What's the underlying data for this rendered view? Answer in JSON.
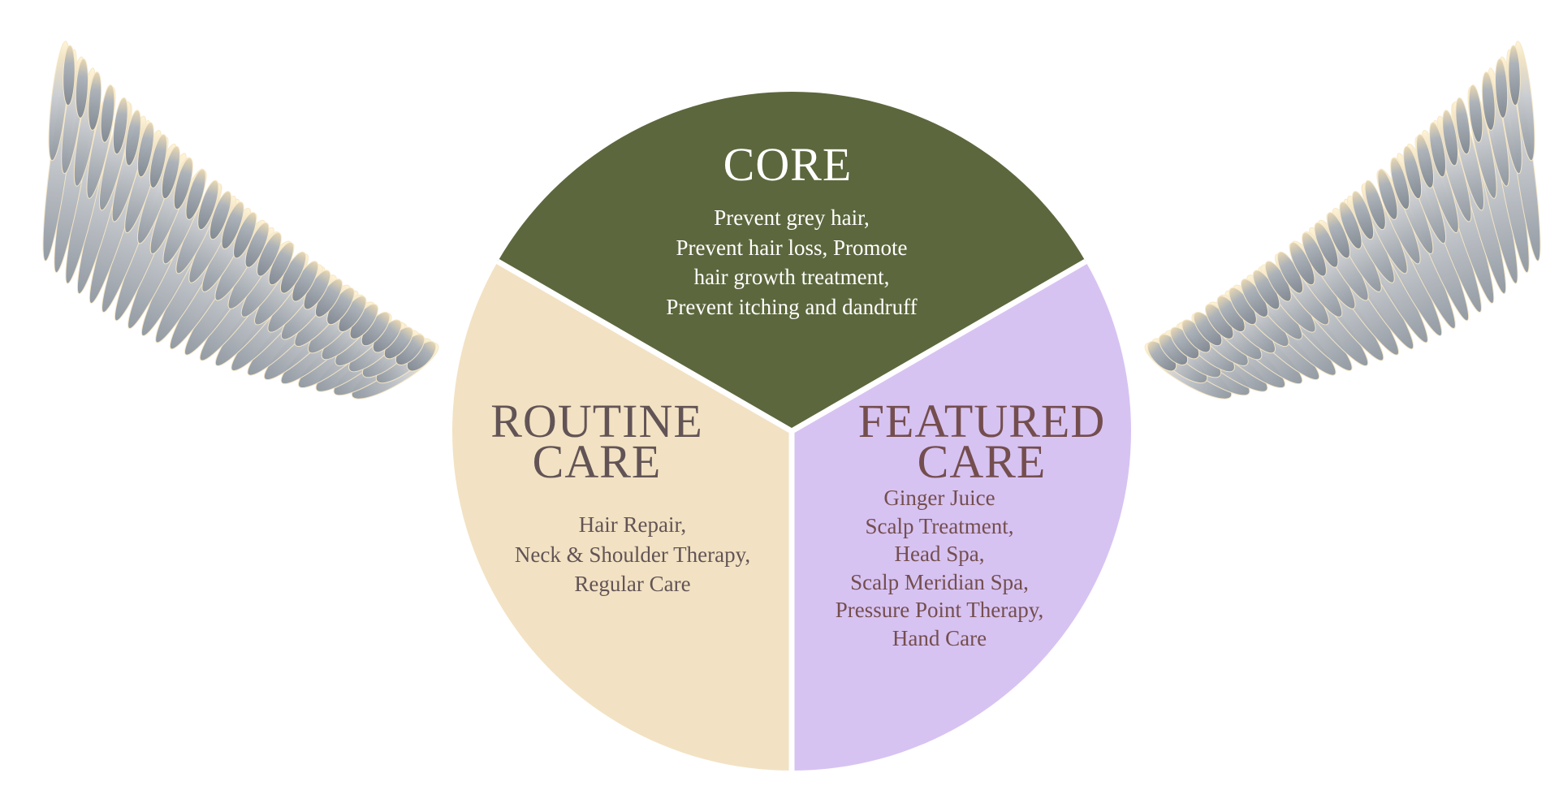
{
  "colors": {
    "core": "#5c673d",
    "routine": "#f2e2c3",
    "featured": "#d7c3f2",
    "routine_text": "#625456",
    "featured_text": "#744e4e",
    "divider": "#ffffff"
  },
  "icons": {
    "left_wing": "angel-wing-left-icon",
    "right_wing": "angel-wing-right-icon"
  },
  "segments": {
    "core": {
      "title": "CORE",
      "lines": [
        "Prevent grey hair,",
        "Prevent hair loss, Promote",
        "hair growth treatment,",
        "Prevent itching and dandruff"
      ]
    },
    "routine": {
      "title_lines": [
        "ROUTINE",
        "CARE"
      ],
      "lines": [
        "Hair Repair,",
        "Neck & Shoulder Therapy,",
        "Regular Care"
      ]
    },
    "featured": {
      "title_lines": [
        "FEATURED",
        "CARE"
      ],
      "lines": [
        "Ginger Juice",
        "Scalp Treatment,",
        "Head Spa,",
        "Scalp Meridian Spa,",
        "Pressure Point Therapy,",
        "Hand Care"
      ]
    }
  }
}
